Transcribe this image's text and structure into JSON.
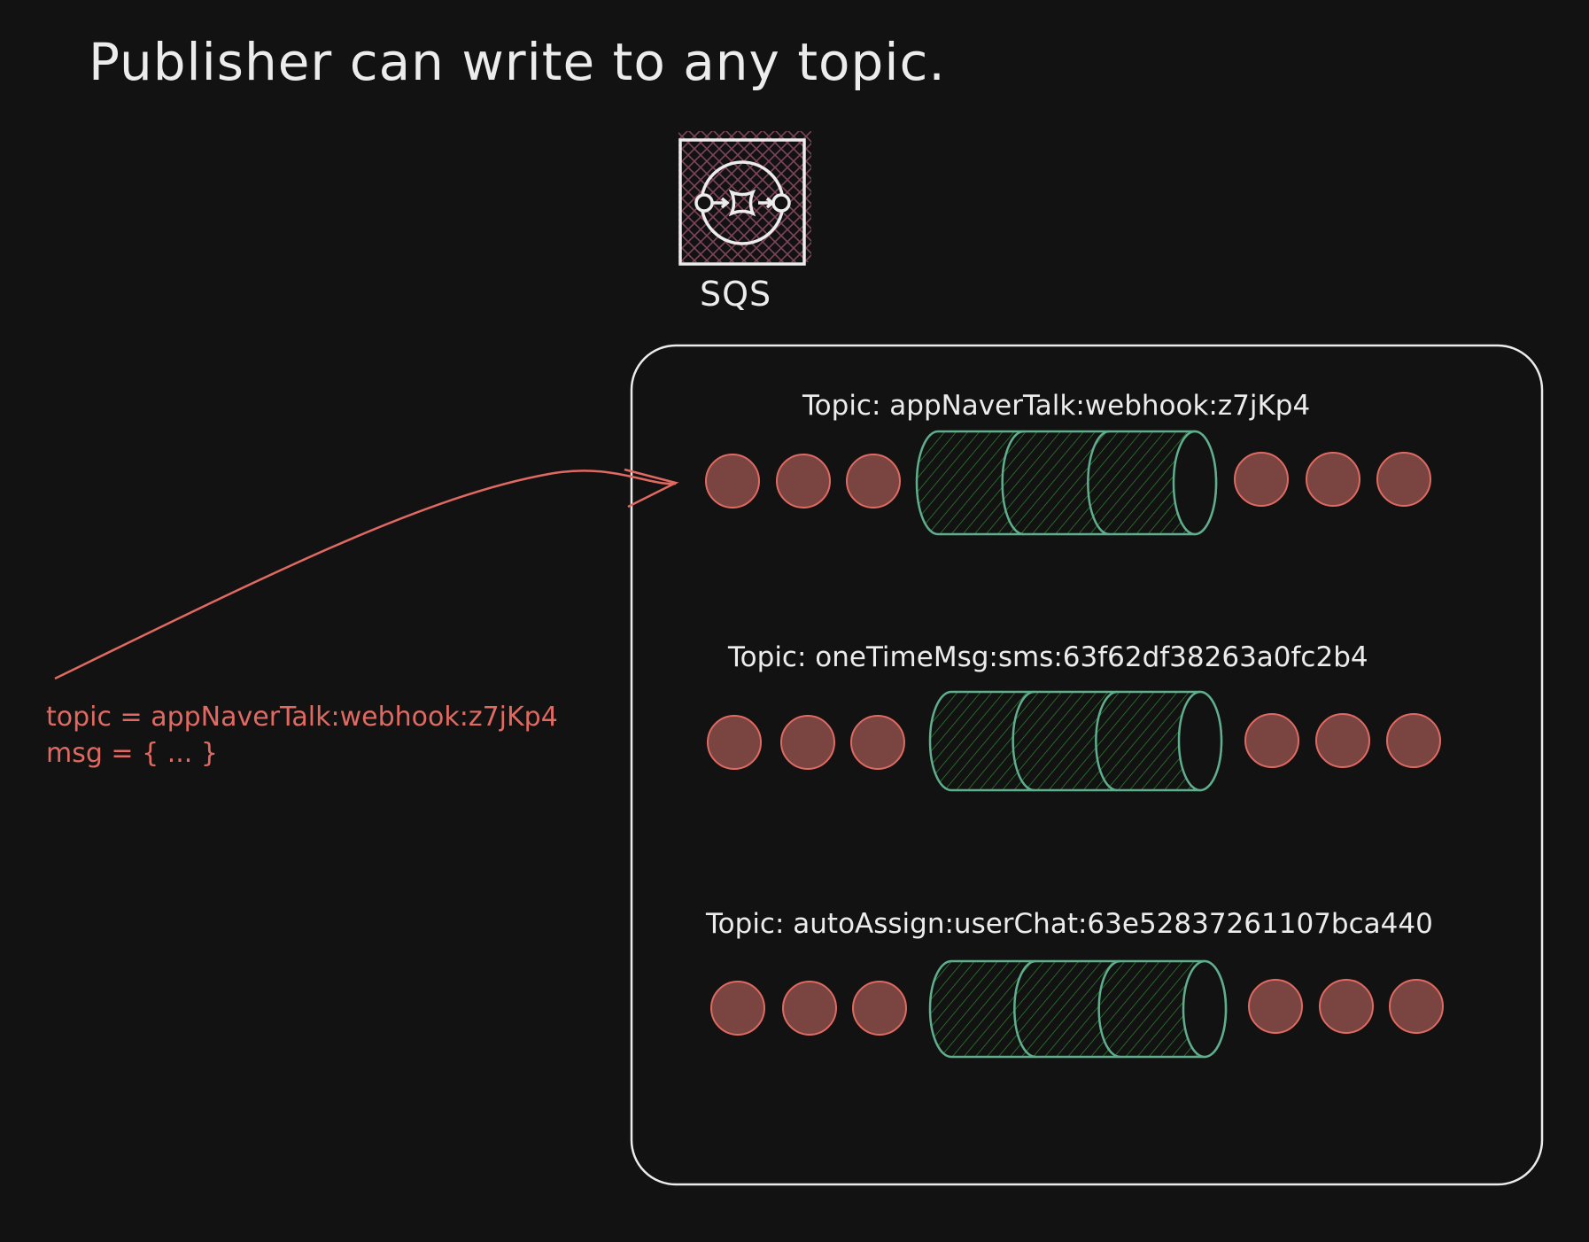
{
  "title": "Publisher can write to any topic.",
  "sqs": {
    "label": "SQS",
    "icon": "sqs-queue-icon"
  },
  "publisher": {
    "topic_line": "topic = appNaverTalk:webhook:z7jKp4",
    "msg_line": "msg = { ... }"
  },
  "topics": [
    {
      "label": "Topic: appNaverTalk:webhook:z7jKp4",
      "messages_before": 3,
      "messages_after": 3,
      "queue_segments": 3
    },
    {
      "label": "Topic: oneTimeMsg:sms:63f62df38263a0fc2b4",
      "messages_before": 3,
      "messages_after": 3,
      "queue_segments": 3
    },
    {
      "label": "Topic: autoAssign:userChat:63e52837261107bca440",
      "messages_before": 3,
      "messages_after": 3,
      "queue_segments": 3
    }
  ],
  "colors": {
    "background": "#121212",
    "text": "#ececec",
    "accent_red": "#e06a62",
    "message_fill": "#7a4541",
    "queue_stroke": "#5fae8e",
    "queue_hatch": "#2f8a2f",
    "sqs_hatch": "#8a4a62"
  }
}
